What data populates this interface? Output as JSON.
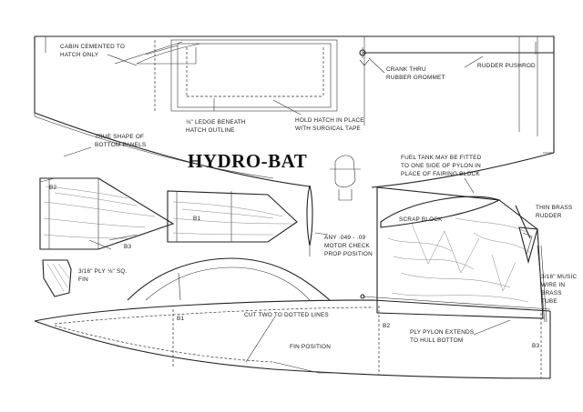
{
  "title": "HYDRO-BAT",
  "labels": {
    "cabin": [
      "CABIN CEMENTED TO",
      "HATCH ONLY"
    ],
    "crank": [
      "CRANK THRU",
      "RUBBER GROMMET"
    ],
    "rudder_pushrod": "RUDDER PUSHROD",
    "hold_hatch": [
      "HOLD HATCH IN PLACE",
      "WITH SURGICAL TAPE"
    ],
    "ledge": [
      "⅛\" LEDGE BENEATH",
      "HATCH OUTLINE"
    ],
    "true_shape": [
      "TRUE SHAPE OF",
      "BOTTOM PANELS"
    ],
    "fuel_tank": [
      "FUEL TANK MAY BE FITTED",
      "TO ONE SIDE OF PYLON IN",
      "PLACE OF FAIRING BLOCK"
    ],
    "scrap_block": "SCRAP BLOCK",
    "thin_brass": [
      "THIN BRASS",
      "RUDDER"
    ],
    "motor": [
      "ANY ·049 - ·09",
      "MOTOR CHECK",
      "PROP POSITION"
    ],
    "ply_fin": [
      "3/16\" PLY",
      "FIN"
    ],
    "sq": "⅛\" SQ.",
    "music_wire": [
      "3/16\" MUSIC",
      "WIRE IN",
      "BRASS",
      "TUBE"
    ],
    "cut_two": "CUT TWO TO DOTTED LINES",
    "ply_pylon": [
      "PLY PYLON EXTENDS",
      "TO HULL BOTTOM"
    ],
    "fin_position": "FIN POSITION",
    "part_b1": "B1",
    "part_b2": "B2",
    "part_b3": "B3"
  }
}
